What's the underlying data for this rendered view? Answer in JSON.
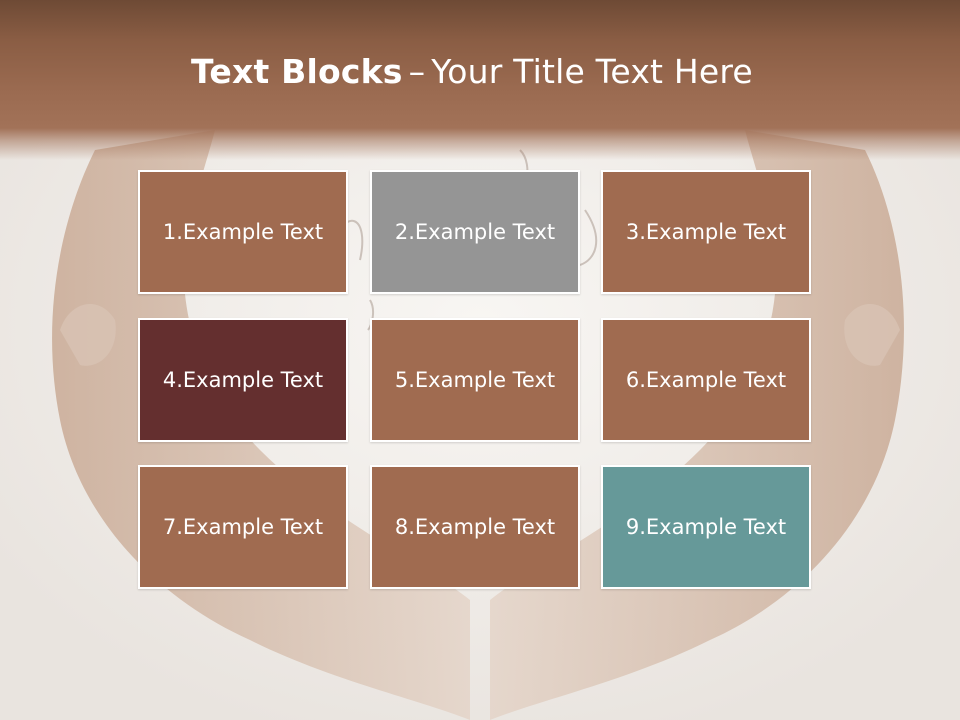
{
  "slide": {
    "title_bold": "Text Blocks",
    "title_dash": "–",
    "title_rest": "Your Title Text Here"
  },
  "blocks": [
    {
      "label": "1.Example Text",
      "color": "#a06b50"
    },
    {
      "label": "2.Example Text",
      "color": "#959595"
    },
    {
      "label": "3.Example Text",
      "color": "#a06b50"
    },
    {
      "label": "4.Example Text",
      "color": "#642f2f"
    },
    {
      "label": "5.Example Text",
      "color": "#a06b50"
    },
    {
      "label": "6.Example Text",
      "color": "#a06b50"
    },
    {
      "label": "7.Example Text",
      "color": "#a06b50"
    },
    {
      "label": "8.Example Text",
      "color": "#a06b50"
    },
    {
      "label": "9.Example Text",
      "color": "#669999"
    }
  ],
  "colors": {
    "band": "#9a6a50",
    "background": "#f1efec",
    "tile_border": "#ffffff"
  }
}
